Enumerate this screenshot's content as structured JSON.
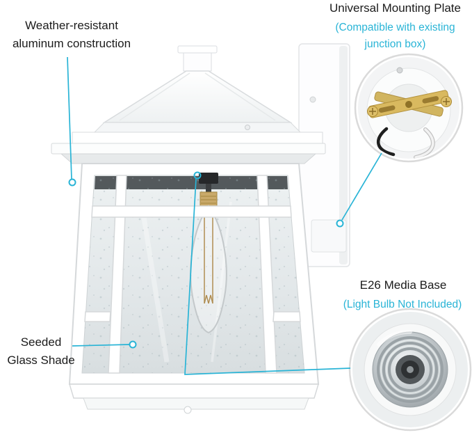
{
  "page": {
    "background": "#ffffff",
    "accent": "#29b4d6",
    "text_color": "#1b1b1b"
  },
  "callouts": {
    "weather": {
      "label_line1": "Weather-resistant",
      "label_line2": "aluminum construction"
    },
    "mounting": {
      "title": "Universal Mounting Plate",
      "subtitle": "(Compatible with existing junction box)"
    },
    "e26": {
      "title": "E26 Media Base",
      "subtitle": "(Light Bulb Not Included)"
    },
    "glass": {
      "label_line1": "Seeded",
      "label_line2": "Glass Shade"
    }
  },
  "product": {
    "name": "white outdoor wall lantern"
  },
  "insets": [
    {
      "name": "mounting-plate-photo"
    },
    {
      "name": "e26-socket-photo"
    }
  ]
}
